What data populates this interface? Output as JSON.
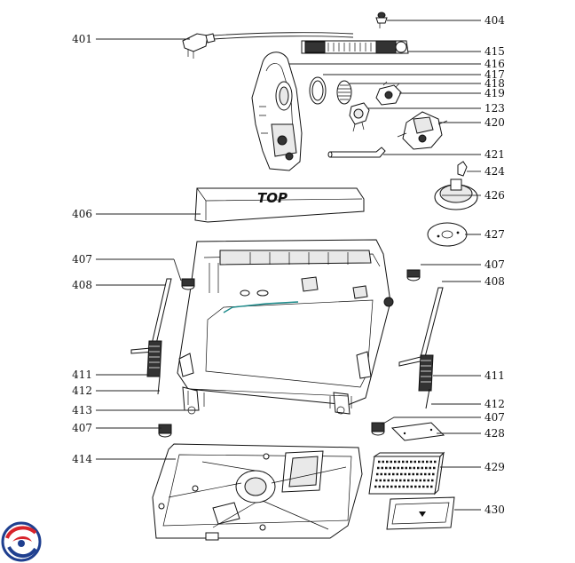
{
  "callouts_left": [
    "401",
    "406",
    "407",
    "408",
    "411",
    "412",
    "413",
    "407",
    "414"
  ],
  "callouts_right": [
    "404",
    "415",
    "416",
    "417",
    "418",
    "419",
    "123",
    "420",
    "421",
    "424",
    "426",
    "427",
    "407",
    "408",
    "411",
    "412",
    "407",
    "428",
    "429",
    "430"
  ],
  "box_text": "TOP",
  "colors": {
    "line": "#111111",
    "wire": "#1a8a8a",
    "logo_red": "#d8232a",
    "logo_blue": "#1f3f8f"
  }
}
